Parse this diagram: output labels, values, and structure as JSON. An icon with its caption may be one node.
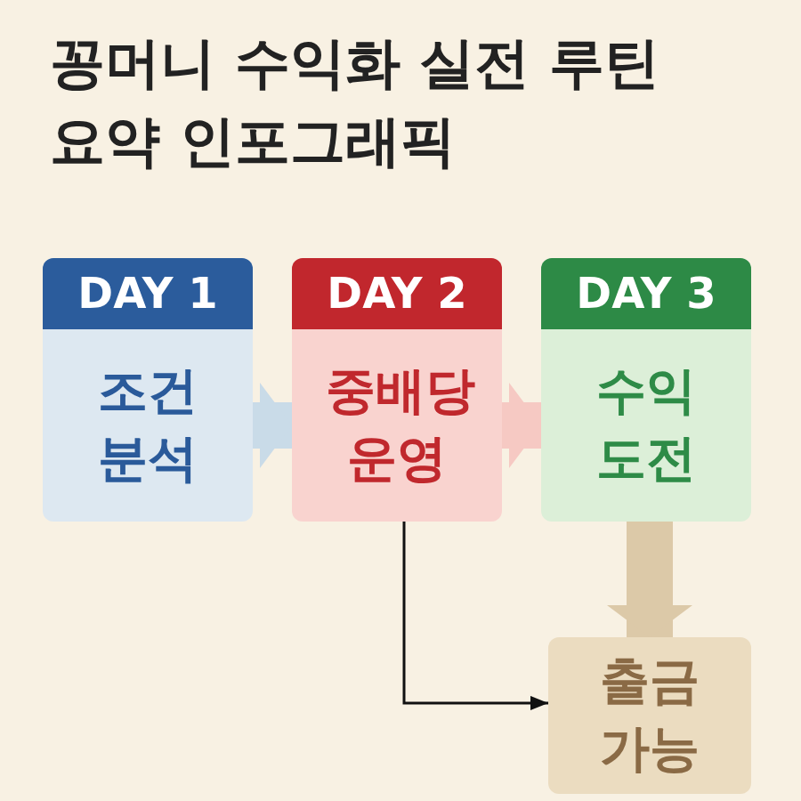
{
  "diagram": {
    "title": "꽁머니 수익화 실전 루틴 요약 인포그래픽",
    "nodes": [
      {
        "text": [
          "DAY 1",
          "조건 분석"
        ]
      },
      {
        "text": [
          "DAY 2",
          "중배당 운영"
        ]
      },
      {
        "text": [
          "DAY 3",
          "수익 도전"
        ]
      },
      {
        "text": [
          "출금 가능"
        ]
      }
    ],
    "edges": [
      {
        "from": 0,
        "to": 1,
        "arrow": "to",
        "color": "#c9dbe8"
      },
      {
        "from": 1,
        "to": 2,
        "arrow": "to",
        "color": "#f6c9c3"
      },
      {
        "from": 2,
        "to": 3,
        "arrow": "to",
        "color": "#dcc9a8"
      },
      {
        "from": 1,
        "to": 3,
        "arrow": "to",
        "color": "#111111"
      }
    ]
  }
}
